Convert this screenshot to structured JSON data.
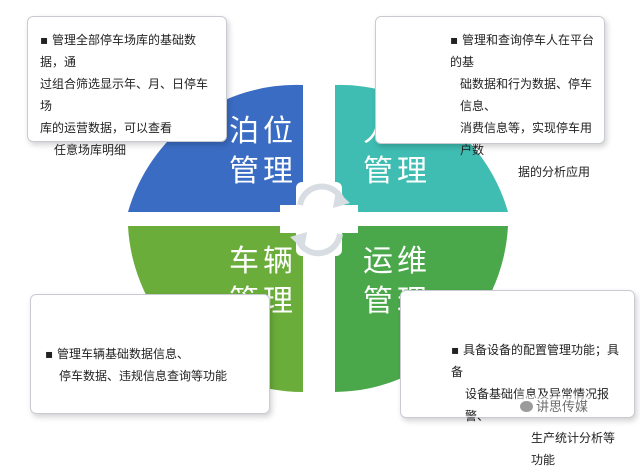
{
  "quadrants": {
    "top_left": {
      "line1": "泊位",
      "line2": "管理",
      "color": "#3b6cc4"
    },
    "top_right": {
      "line1": "人员",
      "line2": "管理",
      "color": "#3fbdb2"
    },
    "bottom_left": {
      "line1": "车辆",
      "line2": "管理",
      "color": "#6aad3a"
    },
    "bottom_right": {
      "line1": "运维",
      "line2": "管理",
      "color": "#4aa84a"
    }
  },
  "boxes": {
    "top_left": [
      "▪ 管理全部停车场库的基础数据，通",
      "过组合筛选显示年、月、日停车场",
      "库的运营数据，可以查看",
      "任意场库明细"
    ],
    "top_right": [
      "▪ 管理和查询停车人在平台的基",
      "础数据和行为数据、停车信息、",
      "消费信息等，实现停车用户数",
      "据的分析应用"
    ],
    "bottom_left": [
      "▪ 管理车辆基础数据信息、",
      "停车数据、违规信息查询等功能"
    ],
    "bottom_right": [
      "▪ 具备设备的配置管理功能；具备",
      "设备基础信息及异常情况报警、",
      "生产统计分析等功能"
    ]
  },
  "watermark": "讲思传媒",
  "colors": {
    "arrow": "#d8dde3",
    "box_border": "#c8ccd2"
  }
}
